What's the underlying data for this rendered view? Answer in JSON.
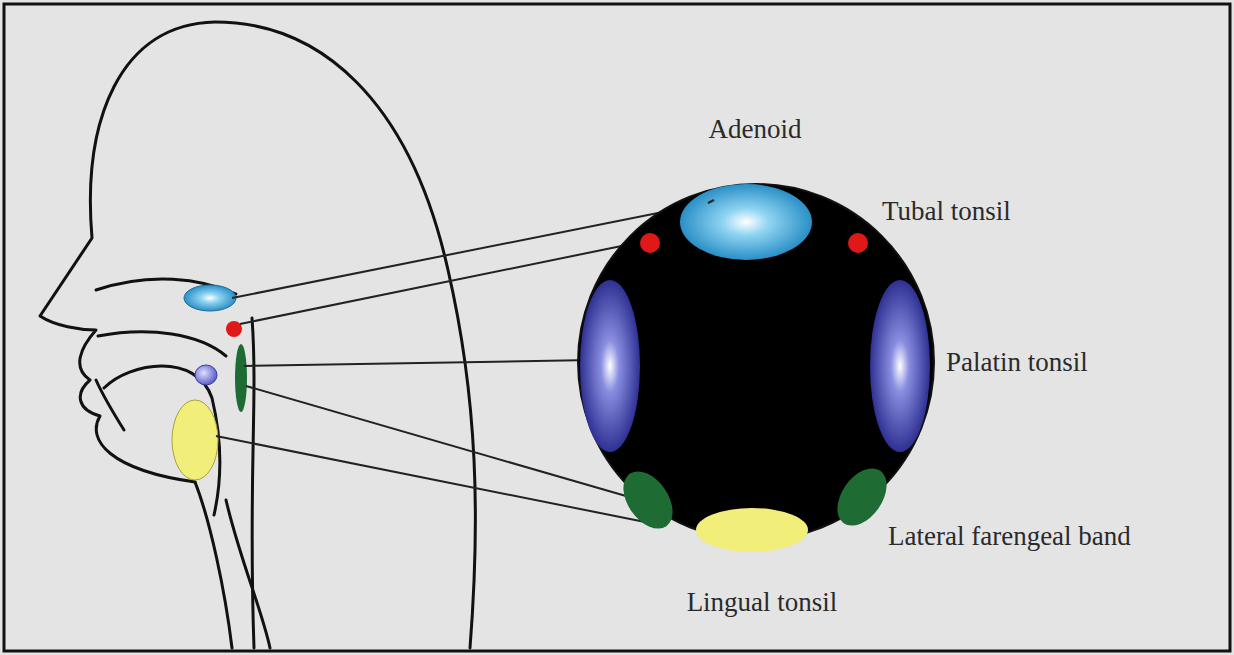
{
  "diagram": {
    "labels": [
      "Adenoid",
      "Tubal tonsil",
      "Palatin tonsil",
      "Lateral farengeal band",
      "Lingual tonsil"
    ]
  }
}
